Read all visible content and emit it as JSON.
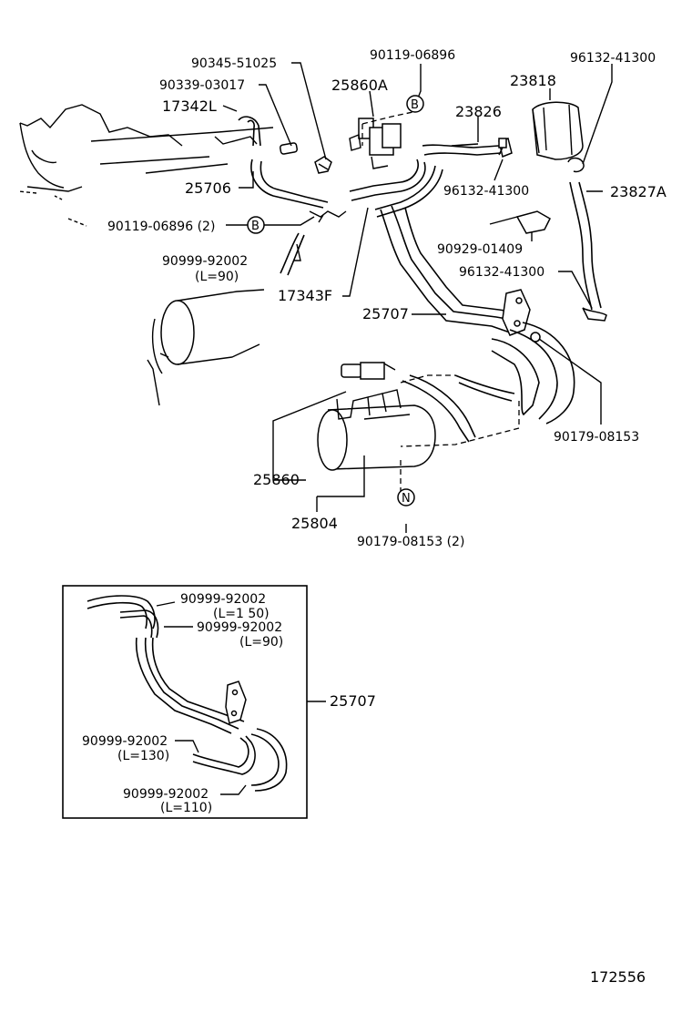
{
  "labels": {
    "p90345": "90345-51025",
    "p90339": "90339-03017",
    "p17342L": "17342L",
    "p25706": "25706",
    "p90119_2": "90119-06896 (2)",
    "p90999_top": "90999-92002",
    "p90999_top_len": "(L=90)",
    "p17343F": "17343F",
    "p90119": "90119-06896",
    "p25860A": "25860A",
    "p23826": "23826",
    "p23818": "23818",
    "p96132_a": "96132-41300",
    "p96132_b": "96132-41300",
    "p23827A": "23827A",
    "p90929": "90929-01409",
    "p96132_c": "96132-41300",
    "p25707": "25707",
    "p90179": "90179-08153",
    "p25860": "25860",
    "p25804": "25804",
    "p90179_2": "90179-08153 (2)",
    "inset_25707": "25707",
    "inset_h1": "90999-92002",
    "inset_h1_len": "(L=1 50)",
    "inset_h2": "90999-92002",
    "inset_h2_len": "(L=90)",
    "inset_h3": "90999-92002",
    "inset_h3_len": "(L=130)",
    "inset_h4": "90999-92002",
    "inset_h4_len": "(L=110)",
    "callout_b": "B",
    "callout_n": "N",
    "diagram_number": "172556"
  }
}
